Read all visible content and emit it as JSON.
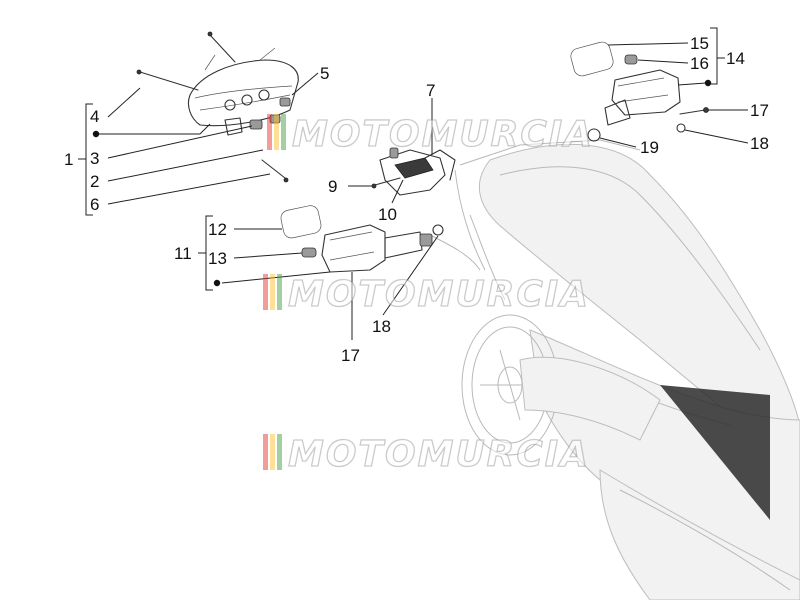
{
  "diagram": {
    "callouts": {
      "c1": "1",
      "c2": "2",
      "c3": "3",
      "c4": "4",
      "c5": "5",
      "c6": "6",
      "c7": "7",
      "c9": "9",
      "c10": "10",
      "c11": "11",
      "c12": "12",
      "c13": "13",
      "c14": "14",
      "c15": "15",
      "c16": "16",
      "c17a": "17",
      "c17b": "17",
      "c18a": "18",
      "c18b": "18",
      "c19": "19"
    }
  },
  "watermark": {
    "text": "MOTOMURCIA",
    "colors": [
      "#e53935",
      "#fbc02d",
      "#43a047"
    ]
  }
}
